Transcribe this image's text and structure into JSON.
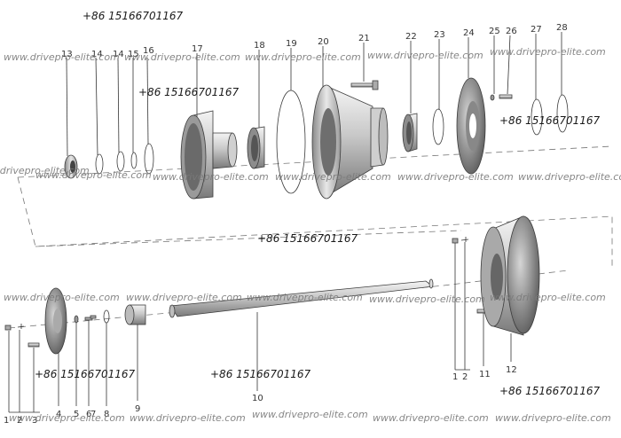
{
  "watermark": "www.drivepro-elite.com",
  "phone": "+86 15166701167",
  "callouts": {
    "c1a": "1",
    "c2a": "2",
    "c3": "3",
    "c4": "4",
    "c5": "5",
    "c6": "6",
    "c7": "7",
    "c8": "8",
    "c9": "9",
    "c10": "10",
    "c11": "11",
    "c12": "12",
    "c1b": "1",
    "c2b": "2",
    "c13": "13",
    "c14a": "14",
    "c14b": "14",
    "c15": "15",
    "c16": "16",
    "c17": "17",
    "c18": "18",
    "c19": "19",
    "c20": "20",
    "c21": "21",
    "c22": "22",
    "c23": "23",
    "c24": "24",
    "c25": "25",
    "c26": "26",
    "c27": "27",
    "c28": "28"
  },
  "colors": {
    "metal_light": "#e6e6e6",
    "metal_mid": "#b4b4b4",
    "metal_dark": "#6c6c6c",
    "leader": "#333333",
    "axis": "#777777"
  }
}
